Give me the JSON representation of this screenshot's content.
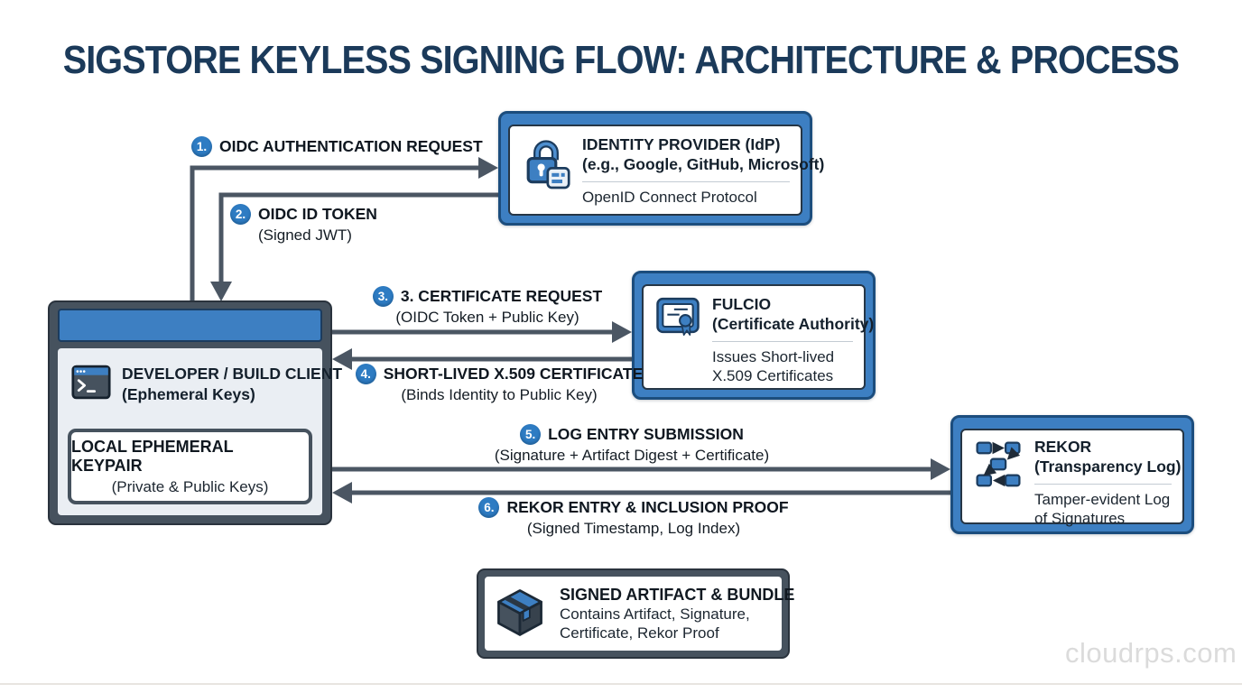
{
  "title": "SIGSTORE KEYLESS SIGNING FLOW: ARCHITECTURE & PROCESS",
  "watermark": "cloudrps.com",
  "colors": {
    "accent_blue": "#3d7fc2",
    "frame_navy": "#1c4d7d",
    "title_navy": "#1b3a5a",
    "slate": "#46525e",
    "arrow": "#4b5663",
    "panel_gray": "#eaeef3"
  },
  "nodes": {
    "idp": {
      "icon": "lock-id-icon",
      "title_line1": "IDENTITY PROVIDER (IdP)",
      "title_line2": "(e.g., Google, GitHub, Microsoft)",
      "subtitle_line1": "OpenID Connect Protocol"
    },
    "fulcio": {
      "icon": "certificate-icon",
      "title_line1": "FULCIO",
      "title_line2": "(Certificate Authority)",
      "subtitle_line1": "Issues Short-lived",
      "subtitle_line2": "X.509 Certificates"
    },
    "rekor": {
      "icon": "flowchart-icon",
      "title_line1": "REKOR",
      "title_line2": "(Transparency Log)",
      "subtitle_line1": "Tamper-evident Log",
      "subtitle_line2": "of Signatures"
    },
    "developer": {
      "icon": "terminal-icon",
      "title_line1": "DEVELOPER / BUILD CLIENT",
      "title_line2": "(Ephemeral Keys)",
      "keypair_title": "LOCAL EPHEMERAL KEYPAIR",
      "keypair_subtitle": "(Private & Public Keys)"
    },
    "artifact": {
      "icon": "package-icon",
      "title": "SIGNED ARTIFACT & BUNDLE",
      "line2": "Contains Artifact, Signature,",
      "line3": "Certificate, Rekor Proof"
    }
  },
  "steps": [
    {
      "num": "1.",
      "label": "OIDC AUTHENTICATION REQUEST",
      "detail": ""
    },
    {
      "num": "2.",
      "label": "OIDC ID TOKEN",
      "detail": "(Signed JWT)"
    },
    {
      "num": "3.",
      "label": "3. CERTIFICATE REQUEST",
      "detail": "(OIDC Token + Public Key)"
    },
    {
      "num": "4.",
      "label": "SHORT-LIVED X.509 CERTIFICATE",
      "detail": "(Binds Identity to Public Key)"
    },
    {
      "num": "5.",
      "label": "LOG ENTRY SUBMISSION",
      "detail": "(Signature + Artifact Digest + Certificate)"
    },
    {
      "num": "6.",
      "label": "REKOR ENTRY & INCLUSION PROOF",
      "detail": "(Signed Timestamp, Log Index)"
    }
  ]
}
